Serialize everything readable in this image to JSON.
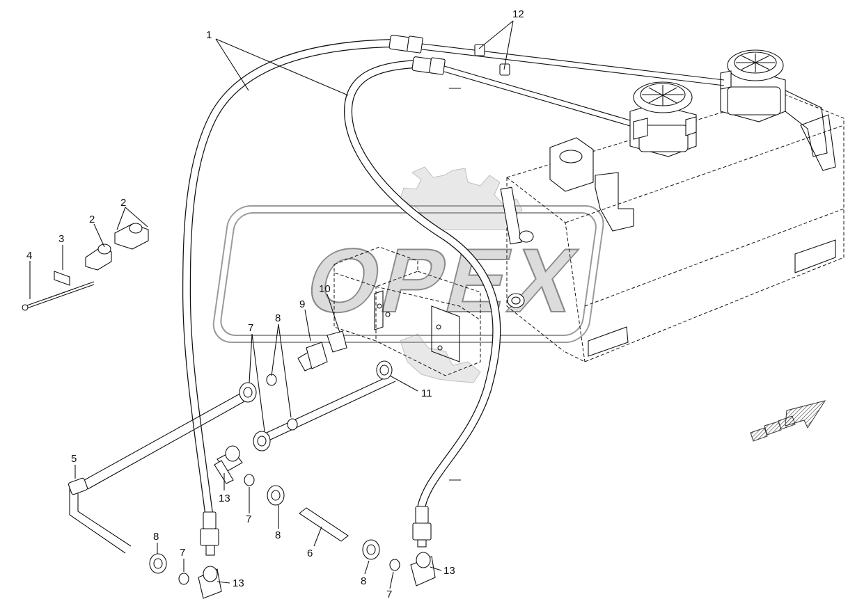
{
  "diagram": {
    "watermark_text": "OPEX",
    "callouts": [
      {
        "id": "c1",
        "label": "1"
      },
      {
        "id": "c2a",
        "label": "2"
      },
      {
        "id": "c2b",
        "label": "2"
      },
      {
        "id": "c3",
        "label": "3"
      },
      {
        "id": "c4",
        "label": "4"
      },
      {
        "id": "c5",
        "label": "5"
      },
      {
        "id": "c6",
        "label": "6"
      },
      {
        "id": "c7a",
        "label": "7"
      },
      {
        "id": "c7b",
        "label": "7"
      },
      {
        "id": "c7c",
        "label": "7"
      },
      {
        "id": "c7d",
        "label": "7"
      },
      {
        "id": "c8a",
        "label": "8"
      },
      {
        "id": "c8b",
        "label": "8"
      },
      {
        "id": "c8c",
        "label": "8"
      },
      {
        "id": "c8d",
        "label": "8"
      },
      {
        "id": "c9",
        "label": "9"
      },
      {
        "id": "c10",
        "label": "10"
      },
      {
        "id": "c11",
        "label": "11"
      },
      {
        "id": "c12",
        "label": "12"
      },
      {
        "id": "c13a",
        "label": "13"
      },
      {
        "id": "c13b",
        "label": "13"
      },
      {
        "id": "c13c",
        "label": "13"
      }
    ]
  }
}
